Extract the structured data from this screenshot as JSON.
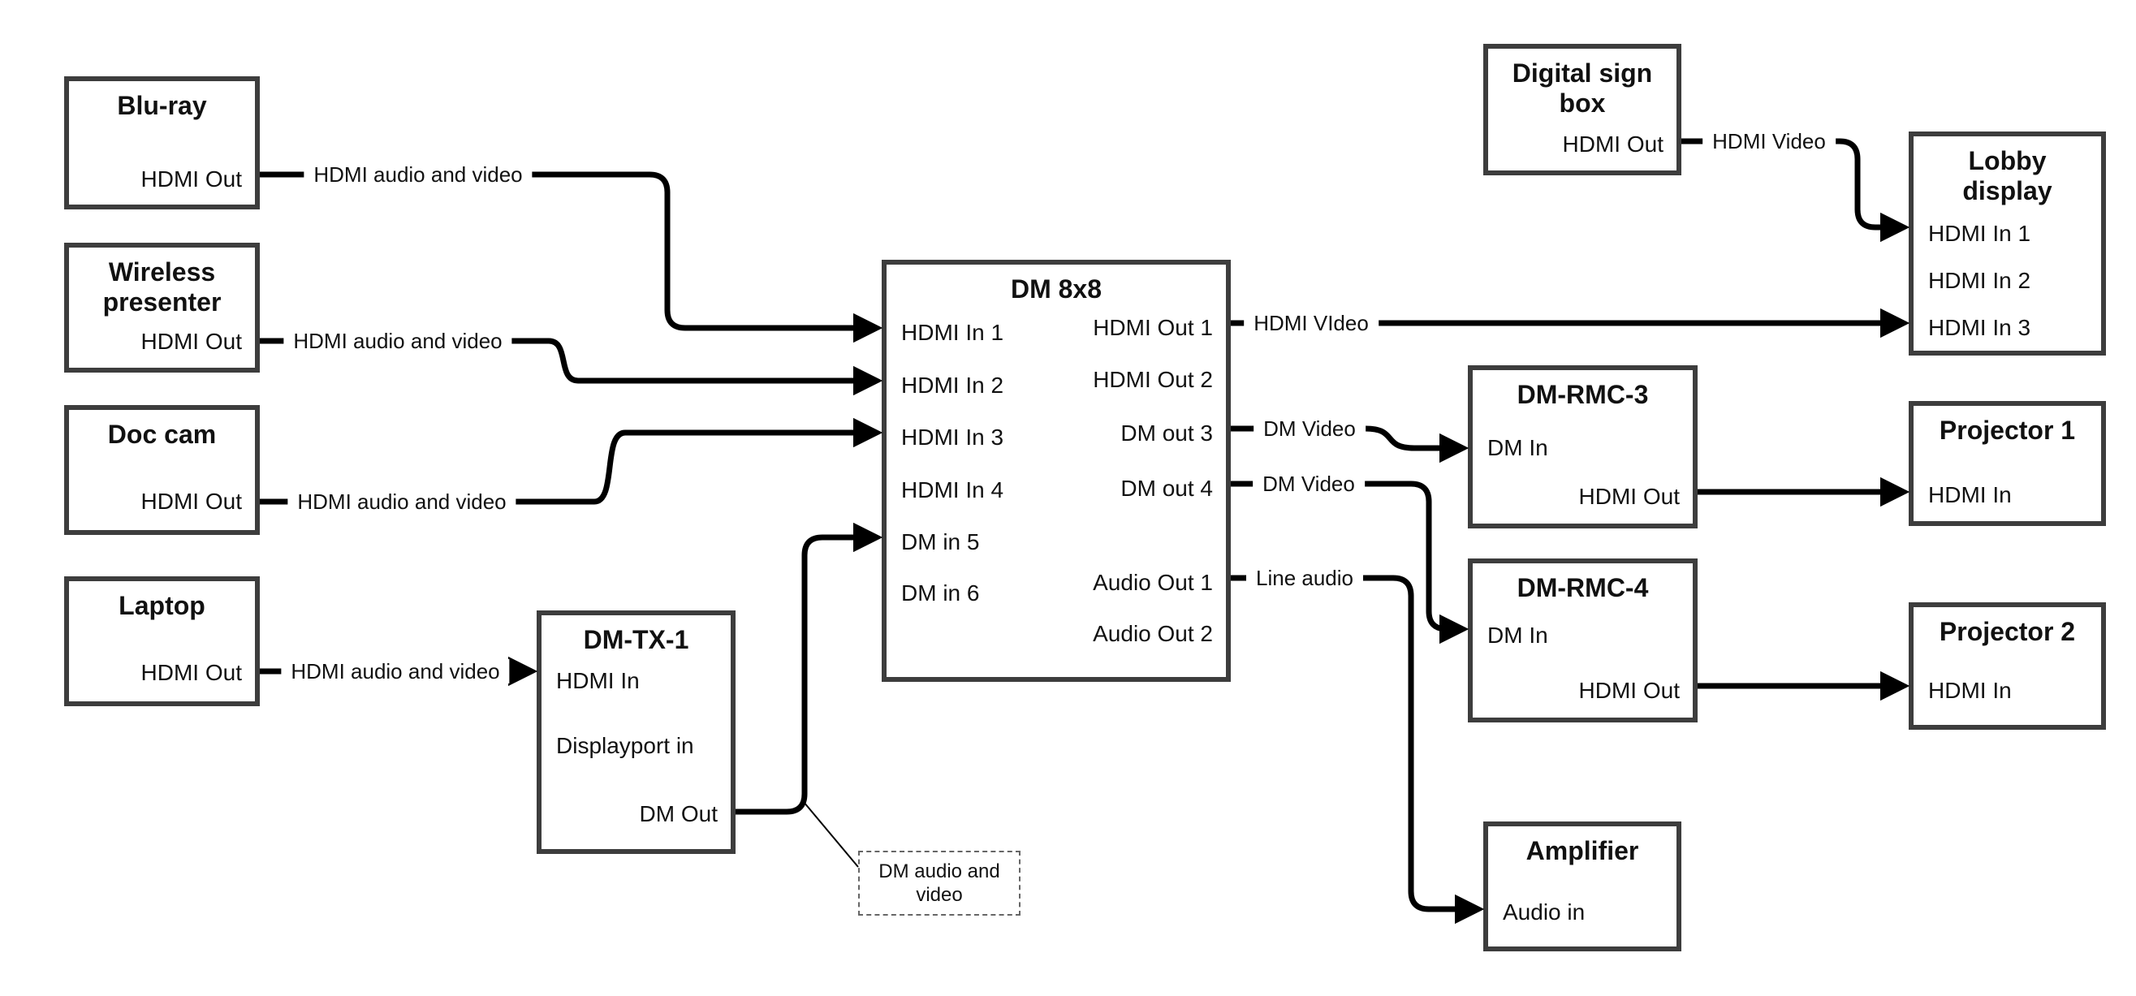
{
  "diagram": {
    "nodes": {
      "bluray": {
        "title": "Blu-ray",
        "ports": {
          "hdmi_out": "HDMI Out"
        }
      },
      "wireless": {
        "title": "Wireless presenter",
        "ports": {
          "hdmi_out": "HDMI Out"
        }
      },
      "doccam": {
        "title": "Doc cam",
        "ports": {
          "hdmi_out": "HDMI Out"
        }
      },
      "laptop": {
        "title": "Laptop",
        "ports": {
          "hdmi_out": "HDMI Out"
        }
      },
      "dmtx1": {
        "title": "DM-TX-1",
        "ports": {
          "hdmi_in": "HDMI In",
          "displayport_in": "Displayport in",
          "dm_out": "DM Out"
        }
      },
      "dm8x8": {
        "title": "DM 8x8",
        "ports": {
          "in1": "HDMI In 1",
          "in2": "HDMI In 2",
          "in3": "HDMI In 3",
          "in4": "HDMI In 4",
          "in5": "DM in 5",
          "in6": "DM in 6",
          "out1": "HDMI Out 1",
          "out2": "HDMI Out 2",
          "out3": "DM out 3",
          "out4": "DM out 4",
          "aout1": "Audio Out 1",
          "aout2": "Audio Out 2"
        }
      },
      "digisign": {
        "title": "Digital sign box",
        "ports": {
          "hdmi_out": "HDMI Out"
        }
      },
      "lobby": {
        "title": "Lobby display",
        "ports": {
          "in1": "HDMI In 1",
          "in2": "HDMI In 2",
          "in3": "HDMI In 3"
        }
      },
      "dmrmc3": {
        "title": "DM-RMC-3",
        "ports": {
          "dm_in": "DM In",
          "hdmi_out": "HDMI Out"
        }
      },
      "proj1": {
        "title": "Projector 1",
        "ports": {
          "hdmi_in": "HDMI In"
        }
      },
      "dmrmc4": {
        "title": "DM-RMC-4",
        "ports": {
          "dm_in": "DM In",
          "hdmi_out": "HDMI Out"
        }
      },
      "proj2": {
        "title": "Projector 2",
        "ports": {
          "hdmi_in": "HDMI In"
        }
      },
      "amp": {
        "title": "Amplifier",
        "ports": {
          "audio_in": "Audio in"
        }
      }
    },
    "wire_labels": {
      "bluray_to_dm8x8": "HDMI audio and video",
      "wireless_to_dm8x8": "HDMI audio and video",
      "doccam_to_dm8x8": "HDMI audio and video",
      "laptop_to_dmtx1": "HDMI audio and video",
      "out1_to_lobby": "HDMI VIdeo",
      "out3_to_rmc3": "DM Video",
      "out4_to_rmc4": "DM Video",
      "aout1_to_amp": "Line audio",
      "digisign_to_lobby": "HDMI Video"
    },
    "note": {
      "text": "DM audio and video"
    }
  },
  "colors": {
    "wire": "#000000",
    "border": "#3d3d3d",
    "text": "#111111",
    "background": "#ffffff"
  }
}
